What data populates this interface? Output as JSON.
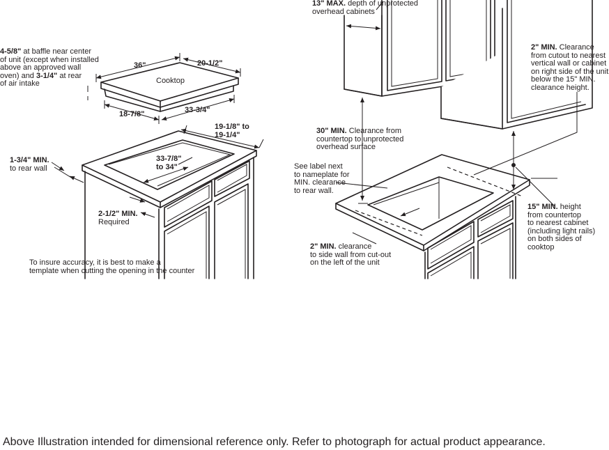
{
  "left_diagram": {
    "cooktop_label": "Cooktop",
    "dims": {
      "width_36": "36\"",
      "depth_20_half": "20-1/2\"",
      "width_33_3_4": "33-3/4\"",
      "depth_18_7_8": "18-7/8\"",
      "cutout_depth": "19-1/8\" to\n19-1/4\"",
      "cutout_width": "33-7/8\"\nto 34\""
    },
    "baffle_note": {
      "b1": "4-5/8\"",
      "t1": " at baffle near center\nof unit (except when installed\nabove an approved wall\noven) and ",
      "b2": "3-1/4\"",
      "t2": " at rear\nof air intake"
    },
    "rear_wall_note": {
      "bold": "1-3/4\" MIN.",
      "text": "\nto rear wall"
    },
    "front_note": {
      "bold": "2-1/2\" MIN.",
      "text": "\nRequired"
    },
    "accuracy_note": "To insure accuracy, it is best to make a\ntemplate when cutting the opening in the counter"
  },
  "right_diagram": {
    "overhead_depth_note": {
      "bold": "13\" MAX.",
      "text": " depth of unprotected\noverhead cabinets"
    },
    "right_clearance_note": {
      "bold": "2\" MIN.",
      "text": " Clearance\nfrom cutout to nearest\nvertical wall or cabinet\non right side of the unit\nbelow the 15\" MIN.\nclearance height."
    },
    "overhead_clearance_note": {
      "bold": "30\" MIN.",
      "text": " Clearance from\ncountertop to unprotected\noverhead surface"
    },
    "label_note": "See label next\nto nameplate for\nMIN. clearance\nto rear wall.",
    "side_cabinet_note": {
      "bold": "15\" MIN.",
      "text": " height\nfrom countertop\nto nearest cabinet\n(including light rails)\non both sides of\ncooktop"
    },
    "left_side_note": {
      "bold": "2\" MIN.",
      "text": " clearance\nto side wall from cut-out\non the left of the unit"
    }
  },
  "disclaimer": "Above Illustration intended for dimensional reference only. Refer to photograph for actual product appearance."
}
